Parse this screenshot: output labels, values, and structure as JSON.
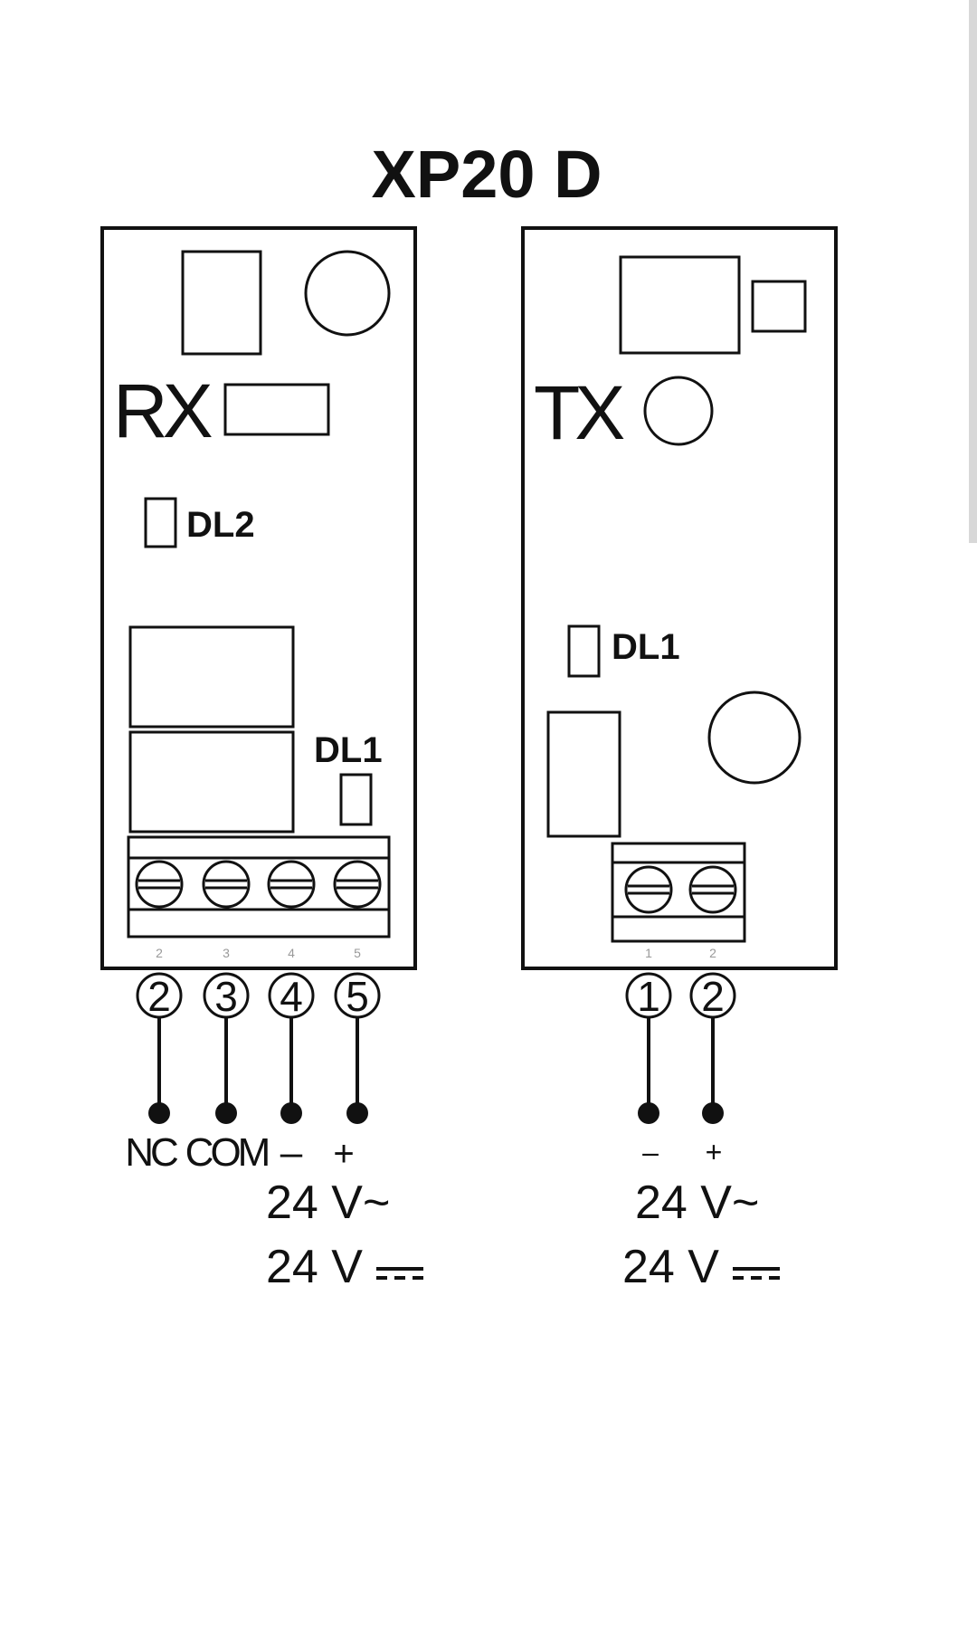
{
  "title": "XP20 D",
  "rx": {
    "label": "RX",
    "led_top": "DL2",
    "led_bottom": "DL1",
    "pcb_pins": [
      "2",
      "3",
      "4",
      "5"
    ],
    "terminals": [
      "2",
      "3",
      "4",
      "5"
    ],
    "wires": [
      "NC",
      "COM",
      "–",
      "+"
    ],
    "supply": [
      "24 V~",
      "24 V"
    ]
  },
  "tx": {
    "label": "TX",
    "led": "DL1",
    "pcb_pins": [
      "1",
      "2"
    ],
    "terminals": [
      "1",
      "2"
    ],
    "wires": [
      "–",
      "+"
    ],
    "supply": [
      "24 V~",
      "24 V"
    ]
  }
}
